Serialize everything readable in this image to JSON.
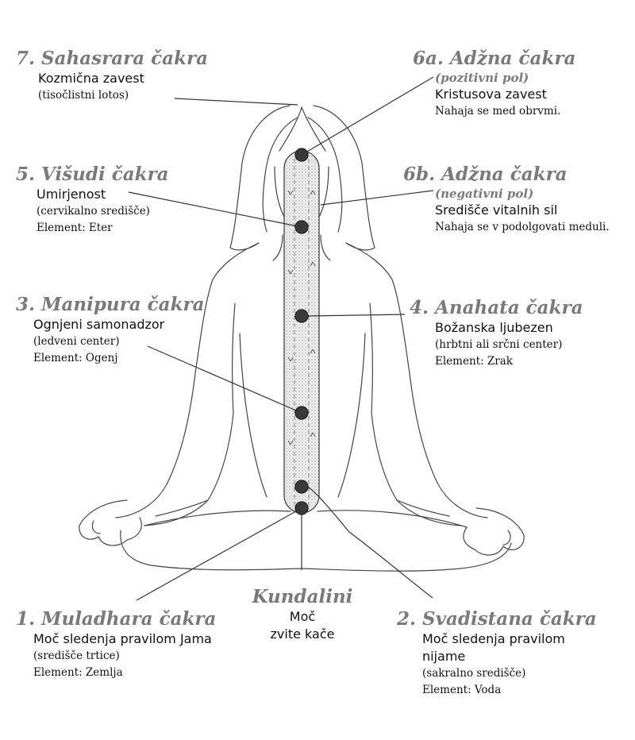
{
  "chakras": {
    "c7": {
      "title": "7. Sahasrara čakra",
      "main": "Kozmična zavest",
      "note1": "(tisočlistni lotos)"
    },
    "c6a": {
      "title": "6a. Adžna čakra",
      "pole": "(pozitivni pol)",
      "main": "Kristusova zavest",
      "note1": "Nahaja se med obrvmi."
    },
    "c5": {
      "title": "5. Višudi čakra",
      "main": "Umirjenost",
      "note1": "(cervikalno središče)",
      "note2": "Element: Eter"
    },
    "c6b": {
      "title": "6b. Adžna čakra",
      "pole": "(negativni pol)",
      "main": "Središče vitalnih sil",
      "note1": "Nahaja se v podolgovati meduli."
    },
    "c3": {
      "title": "3. Manipura čakra",
      "main": "Ognjeni samonadzor",
      "note1": "(ledveni center)",
      "note2": "Element: Ogenj"
    },
    "c4": {
      "title": "4. Anahata čakra",
      "main": "Božanska ljubezen",
      "note1": "(hrbtni ali srčni center)",
      "note2": "Element: Zrak"
    },
    "kundalini": {
      "title": "Kundalini",
      "line1": "Moč",
      "line2": "zvite kače"
    },
    "c1": {
      "title": "1. Muladhara čakra",
      "main": "Moč sledenja pravilom Jama",
      "note1": "(središče trtice)",
      "note2": "Element: Zemlja"
    },
    "c2": {
      "title": "2. Svadistana čakra",
      "main": "Moč sledenja pravilom nijame",
      "note1": "(sakralno središče)",
      "note2": "Element: Voda"
    }
  },
  "colors": {
    "heading": "#7a7a7a",
    "text": "#111111",
    "line": "#333333"
  },
  "figure": {
    "icon": "meditating-figure-icon"
  }
}
